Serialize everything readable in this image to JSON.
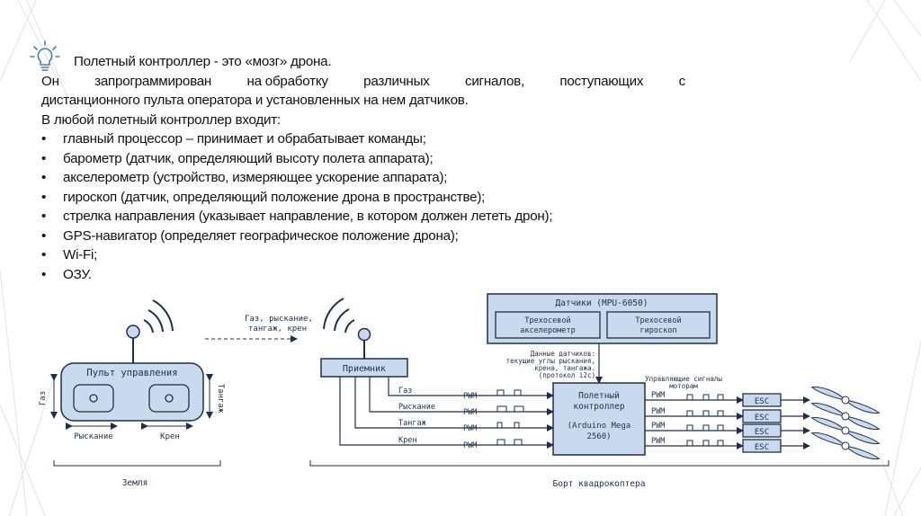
{
  "text": {
    "title": "Полетный контроллер - это «мозг» дрона.",
    "para_words": [
      "Он",
      "запрограммирован",
      "на обработку",
      "различных",
      "сигналов,",
      "поступающих",
      "с"
    ],
    "para_line2": "дистанционного пульта оператора и установленных на нем датчиков.",
    "includes": "В любой полетный контроллер входит:",
    "bullets": [
      "главный процессор – принимает и обрабатывает команды;",
      "барометр (датчик, определяющий высоту полета аппарата);",
      "акселерометр (устройство, измеряющее ускорение аппарата);",
      "гироскоп (датчик, определяющий положение дрона в пространстве);",
      "стрелка направления (указывает направление, в котором должен лететь дрон);",
      "GPS-навигатор (определяет географическое положение дрона);",
      "Wi-Fi;",
      "ОЗУ."
    ]
  },
  "diagram": {
    "remote_label": "Пульт управления",
    "gas": "Газ",
    "pitch": "Тангаж",
    "yaw": "Рыскание",
    "roll": "Крен",
    "radio_line1": "Газ, рыскание,",
    "radio_line2": "тангаж, крен",
    "receiver": "Приемник",
    "sensors_title": "Датчики (MPU-6050)",
    "accel_line1": "Трехосевой",
    "accel_line2": "акселерометр",
    "gyro_line1": "Трехосевой",
    "gyro_line2": "гироскоп",
    "sensor_data": [
      "Данные датчиков:",
      "текущие углы рыскания,",
      "крена, тангажа.",
      "(протокол i2c)"
    ],
    "controller": [
      "Полетный",
      "контроллер",
      "(Arduino Mega",
      "2560)"
    ],
    "channels": [
      "Газ",
      "Рыскание",
      "Тангаж",
      "Крен"
    ],
    "pwm": "PWM",
    "motor_signals_line1": "Управляющие сигналы",
    "motor_signals_line2": "моторам",
    "esc": "ESC",
    "ground": "Земля",
    "board": "Борт квадрокоптера"
  },
  "colors": {
    "box_fill": "#c9d9ee",
    "box_stroke": "#1f2f4a",
    "deco": "#e4e4e4"
  }
}
